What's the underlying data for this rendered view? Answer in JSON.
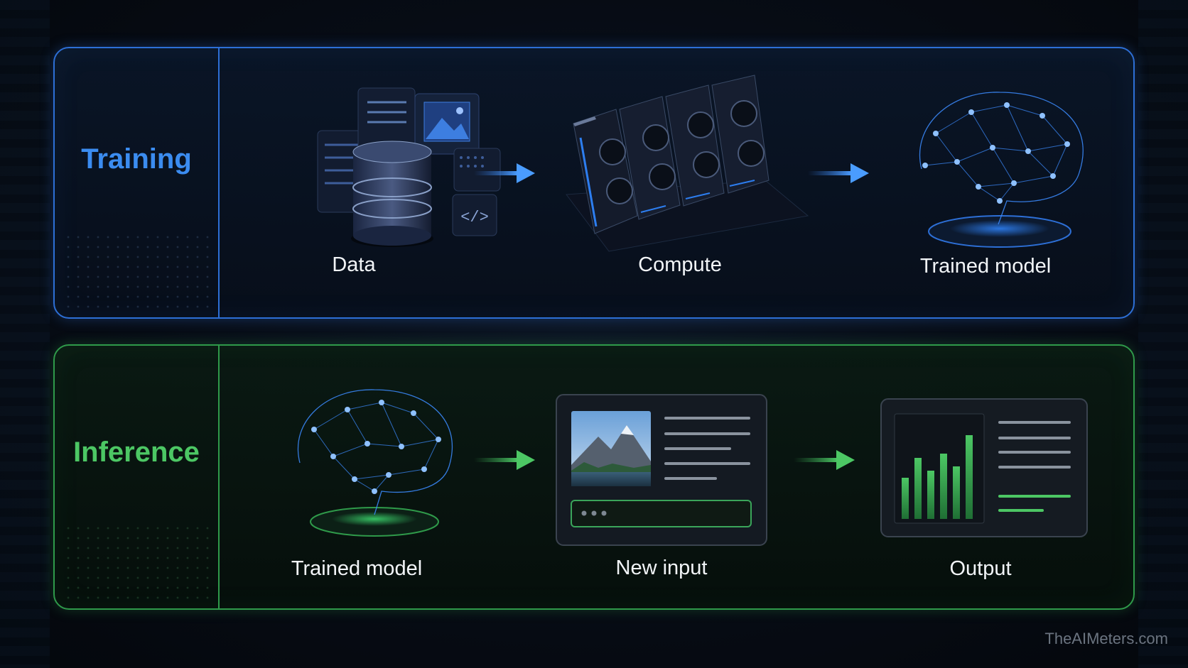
{
  "training": {
    "label": "Training",
    "stages": [
      {
        "caption": "Data",
        "icon": "database-icon"
      },
      {
        "caption": "Compute",
        "icon": "gpu-cluster-icon"
      },
      {
        "caption": "Trained model",
        "icon": "neural-brain-icon"
      }
    ]
  },
  "inference": {
    "label": "Inference",
    "stages": [
      {
        "caption": "Trained model",
        "icon": "neural-brain-icon"
      },
      {
        "caption": "New input",
        "icon": "input-window-icon"
      },
      {
        "caption": "Output",
        "icon": "output-chart-icon"
      }
    ]
  },
  "watermark": "TheAIMeters.com",
  "colors": {
    "training_accent": "#2d6fd6",
    "training_label": "#3b8cf0",
    "inference_accent": "#2f9a4a",
    "inference_label": "#4cc764",
    "background": "#070c15"
  }
}
